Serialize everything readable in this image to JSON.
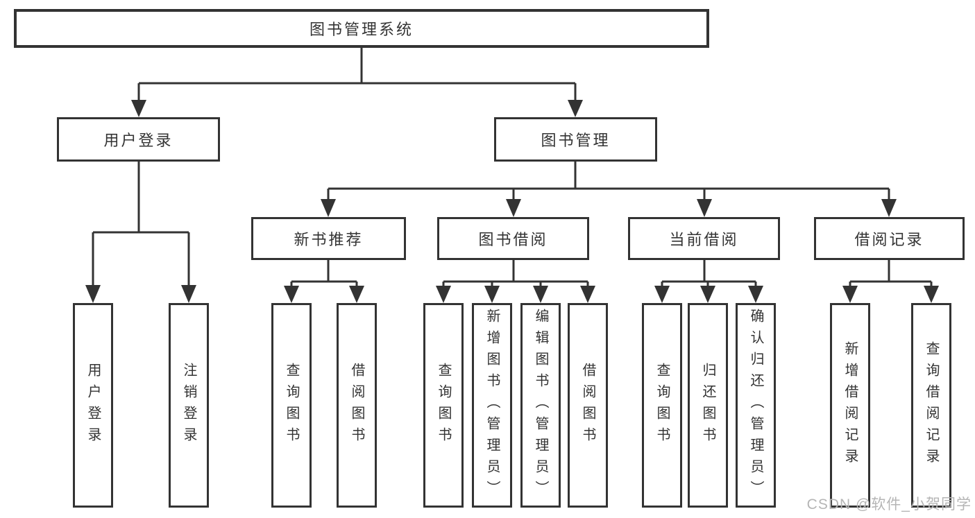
{
  "tree": {
    "root": {
      "label": "图书管理系统",
      "children": [
        {
          "label": "用户登录",
          "children": [
            {
              "label": "用户登录"
            },
            {
              "label": "注销登录"
            }
          ]
        },
        {
          "label": "图书管理",
          "children": [
            {
              "label": "新书推荐",
              "children": [
                {
                  "label": "查询图书"
                },
                {
                  "label": "借阅图书"
                }
              ]
            },
            {
              "label": "图书借阅",
              "children": [
                {
                  "label": "查询图书"
                },
                {
                  "label": "新增图书（管理员）"
                },
                {
                  "label": "编辑图书（管理员）"
                },
                {
                  "label": "借阅图书"
                }
              ]
            },
            {
              "label": "当前借阅",
              "children": [
                {
                  "label": "查询图书"
                },
                {
                  "label": "归还图书"
                },
                {
                  "label": "确认归还（管理员）"
                }
              ]
            },
            {
              "label": "借阅记录",
              "children": [
                {
                  "label": "新增借阅记录"
                },
                {
                  "label": "查询借阅记录"
                }
              ]
            }
          ]
        }
      ]
    }
  },
  "watermark": {
    "text": "CSDN @软件_小贺同学"
  },
  "colors": {
    "line": "#333333",
    "box_border": "#333333",
    "box_fill": "#ffffff",
    "text": "#333333",
    "watermark": "#b5b5b5",
    "background": "#ffffff"
  }
}
